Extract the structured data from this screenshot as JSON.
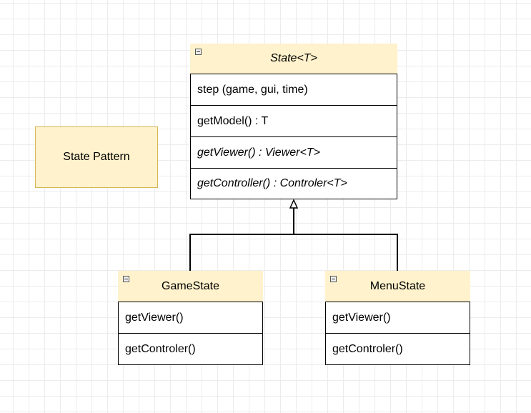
{
  "note": {
    "text": "State Pattern"
  },
  "state_class": {
    "title": "State<T>",
    "methods": [
      {
        "label": "step (game, gui, time)",
        "abstract": false
      },
      {
        "label": "getModel() : T",
        "abstract": false
      },
      {
        "label": "getViewer() : Viewer<T>",
        "abstract": true
      },
      {
        "label": "getController() : Controler<T>",
        "abstract": true
      }
    ]
  },
  "game_state_class": {
    "title": "GameState",
    "methods": [
      {
        "label": "getViewer()"
      },
      {
        "label": "getControler()"
      }
    ]
  },
  "menu_state_class": {
    "title": "MenuState",
    "methods": [
      {
        "label": "getViewer()"
      },
      {
        "label": "getControler()"
      }
    ]
  }
}
